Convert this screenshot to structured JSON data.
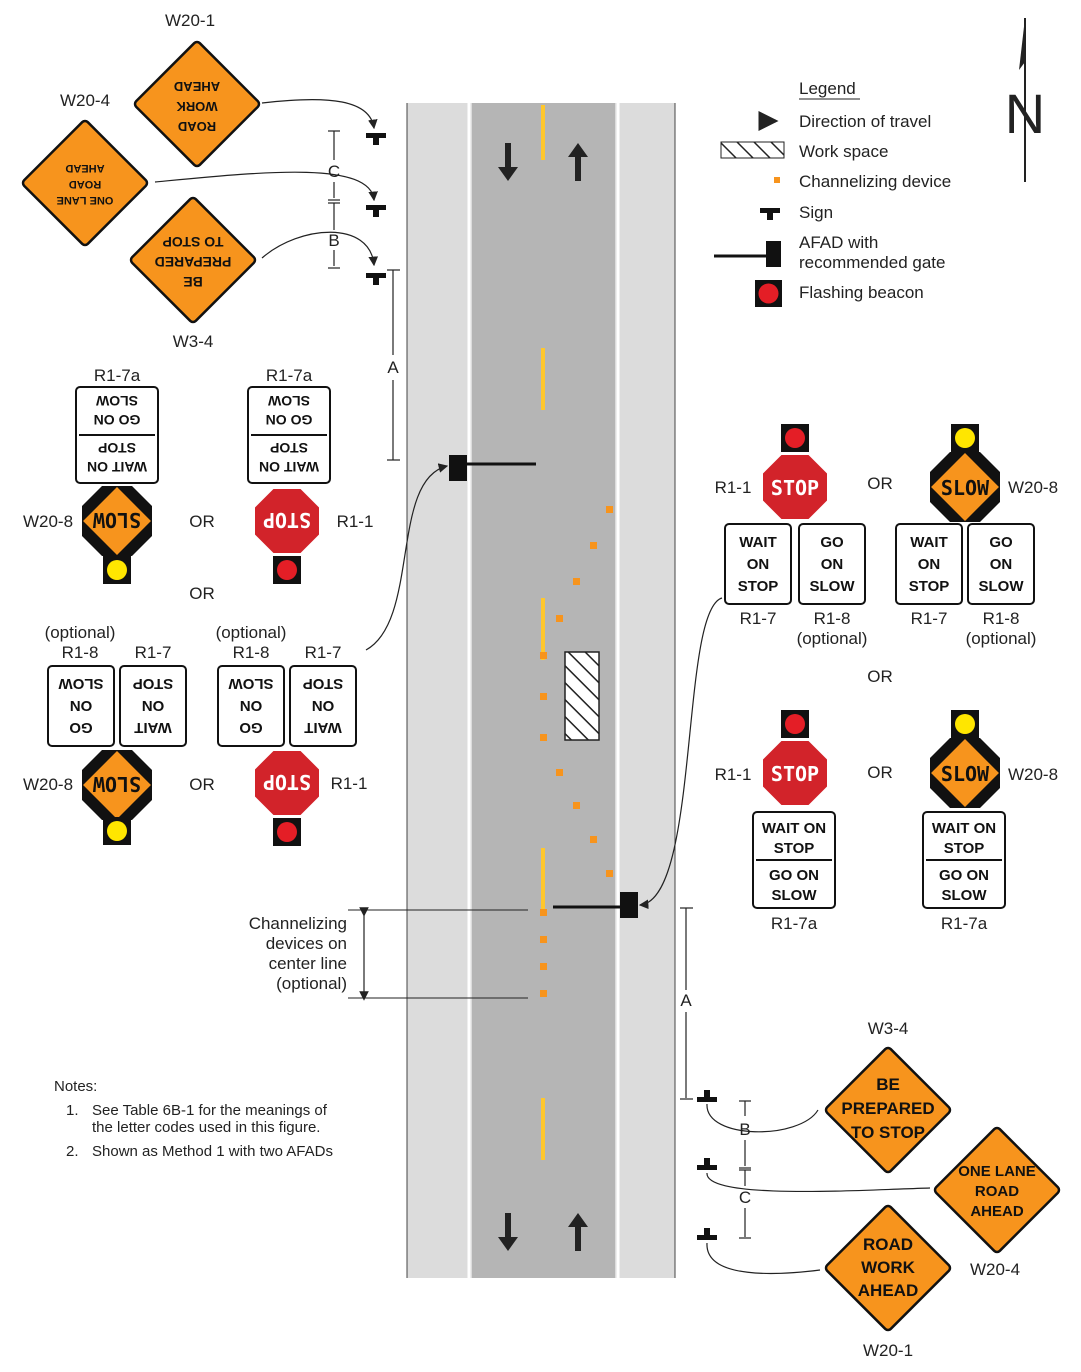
{
  "north": "N",
  "legend": {
    "title": "Legend",
    "items": [
      {
        "symbol": "arrow",
        "label": "Direction of travel"
      },
      {
        "symbol": "hatch",
        "label": "Work space"
      },
      {
        "symbol": "channelizer",
        "label": "Channelizing device"
      },
      {
        "symbol": "sign",
        "label": "Sign"
      },
      {
        "symbol": "afad",
        "label_line1": "AFAD with",
        "label_line2": "recommended gate"
      },
      {
        "symbol": "beacon",
        "label": "Flashing beacon"
      }
    ]
  },
  "colors": {
    "orange": "#F7941D",
    "red": "#D2232A",
    "yellow": "#FFE600",
    "road": "#B5B5B5",
    "shoulder": "#DCDCDC",
    "centerline": "#FFC72C"
  },
  "sign_codes": {
    "w20_1": "W20-1",
    "w20_4": "W20-4",
    "w3_4": "W3-4",
    "r1_7a": "R1-7a",
    "r1_1": "R1-1",
    "r1_7": "R1-7",
    "r1_8": "R1-8",
    "w20_8": "W20-8",
    "optional": "(optional)",
    "or": "OR"
  },
  "sign_text": {
    "road_work_ahead": [
      "ROAD",
      "WORK",
      "AHEAD"
    ],
    "one_lane_road_ahead": [
      "ONE LANE",
      "ROAD",
      "AHEAD"
    ],
    "be_prepared": [
      "BE",
      "PREPARED",
      "TO STOP"
    ],
    "stop": "STOP",
    "slow": "SLOW",
    "wait_on_stop": [
      "WAIT",
      "ON",
      "STOP"
    ],
    "go_on_slow": [
      "GO",
      "ON",
      "SLOW"
    ],
    "r1_7a_top": [
      "WAIT ON",
      "STOP"
    ],
    "r1_7a_bottom": [
      "GO ON",
      "SLOW"
    ]
  },
  "dimensions": {
    "a": "A",
    "b": "B",
    "c": "C"
  },
  "centerline_note": [
    "Channelizing",
    "devices on",
    "center line",
    "(optional)"
  ],
  "notes": {
    "title": "Notes:",
    "items": [
      {
        "num": "1.",
        "line1": "See Table 6B-1 for the meanings of",
        "line2": "the letter codes used in this figure."
      },
      {
        "num": "2.",
        "line1": "Shown as Method 1 with two AFADs",
        "line2": ""
      }
    ]
  }
}
